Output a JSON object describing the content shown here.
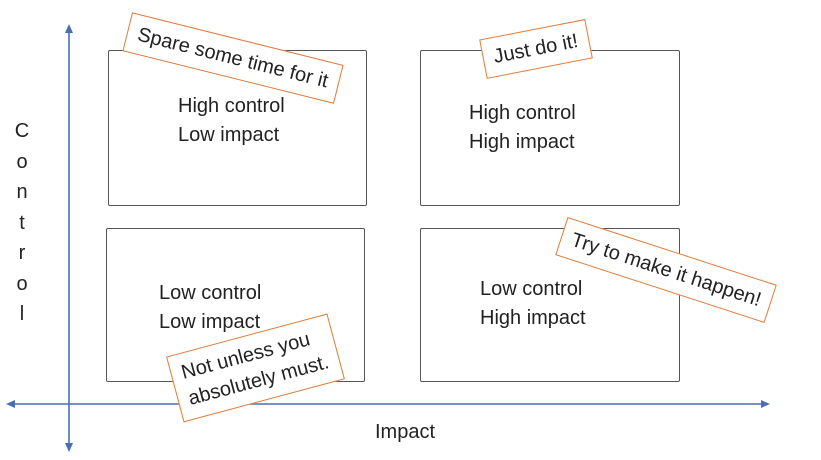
{
  "axes": {
    "x_label": "Impact",
    "y_label": "Control",
    "color": "#4a6fb0"
  },
  "quadrants": [
    {
      "line1": "High control",
      "line2": "Low impact"
    },
    {
      "line1": "High control",
      "line2": "High impact"
    },
    {
      "line1": "Low control",
      "line2": "Low impact"
    },
    {
      "line1": "Low control",
      "line2": "High impact"
    }
  ],
  "notes": [
    {
      "text": "Spare some time for it"
    },
    {
      "text": "Just do it!"
    },
    {
      "text": "Try to make it happen!"
    },
    {
      "line1": "Not unless you",
      "line2": "absolutely must."
    }
  ],
  "colors": {
    "note_border": "#e07b39",
    "box_border": "#555555"
  }
}
